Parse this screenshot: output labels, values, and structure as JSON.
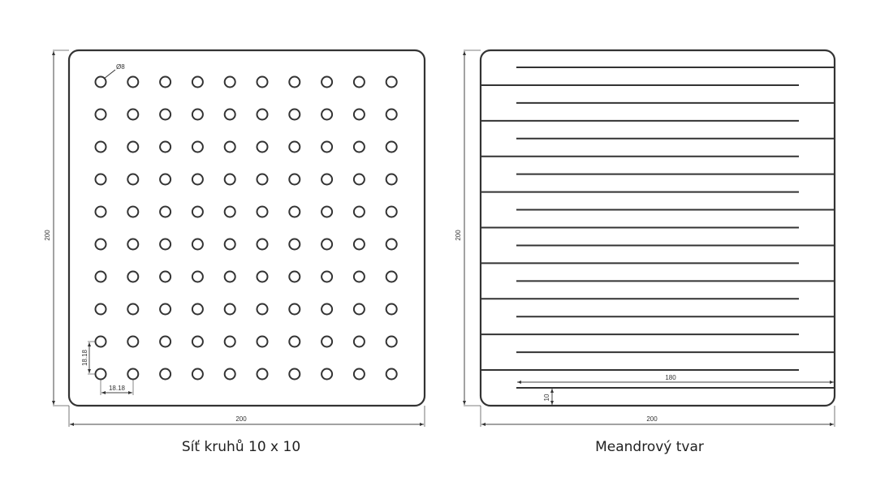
{
  "left_drawing": {
    "caption": "Síť kruhů 10 x 10",
    "grid_rows": 10,
    "grid_cols": 10,
    "dim_width": "200",
    "dim_height": "200",
    "dim_diameter": "Ø8",
    "dim_pitch_x": "18.18",
    "dim_pitch_y": "18.18"
  },
  "right_drawing": {
    "caption": "Meandrový tvar",
    "line_count": 19,
    "dim_width": "200",
    "dim_height": "200",
    "dim_line_length": "180",
    "dim_gap": "10"
  },
  "colors": {
    "stroke": "#333333",
    "background": "#ffffff"
  }
}
